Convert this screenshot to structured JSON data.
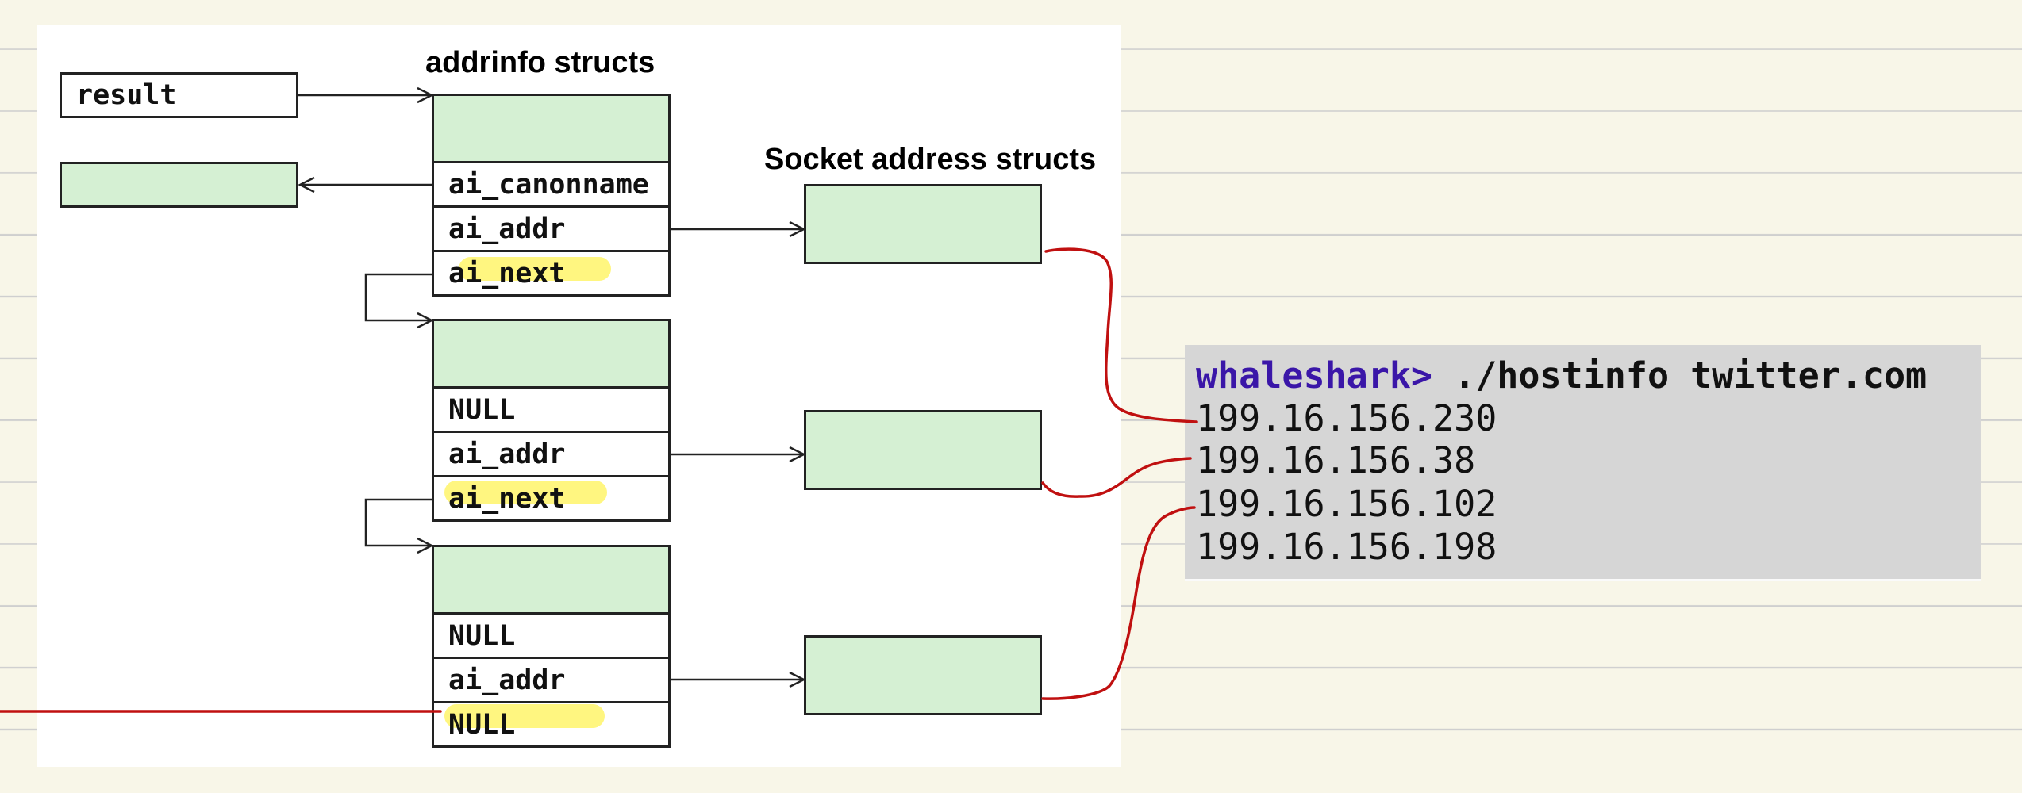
{
  "diagram": {
    "addrinfo_title": "addrinfo structs",
    "socket_title": "Socket address structs",
    "result_label": "result",
    "struct1": {
      "canonname": "ai_canonname",
      "addr": "ai_addr",
      "next": "ai_next"
    },
    "struct2": {
      "canonname": "NULL",
      "addr": "ai_addr",
      "next": "ai_next"
    },
    "struct3": {
      "canonname": "NULL",
      "addr": "ai_addr",
      "next": "NULL"
    }
  },
  "terminal": {
    "prompt": "whaleshark>",
    "command": " ./hostinfo twitter.com",
    "output": [
      "199.16.156.230",
      "199.16.156.38",
      "199.16.156.102",
      "199.16.156.198"
    ]
  },
  "colors": {
    "page_background": "#f8f6e8",
    "struct_fill": "#d5f0d3",
    "highlight": "#fff46a",
    "annotation_ink": "#c01010",
    "terminal_background": "#d6d6d6",
    "prompt_color": "#3a16a8"
  }
}
